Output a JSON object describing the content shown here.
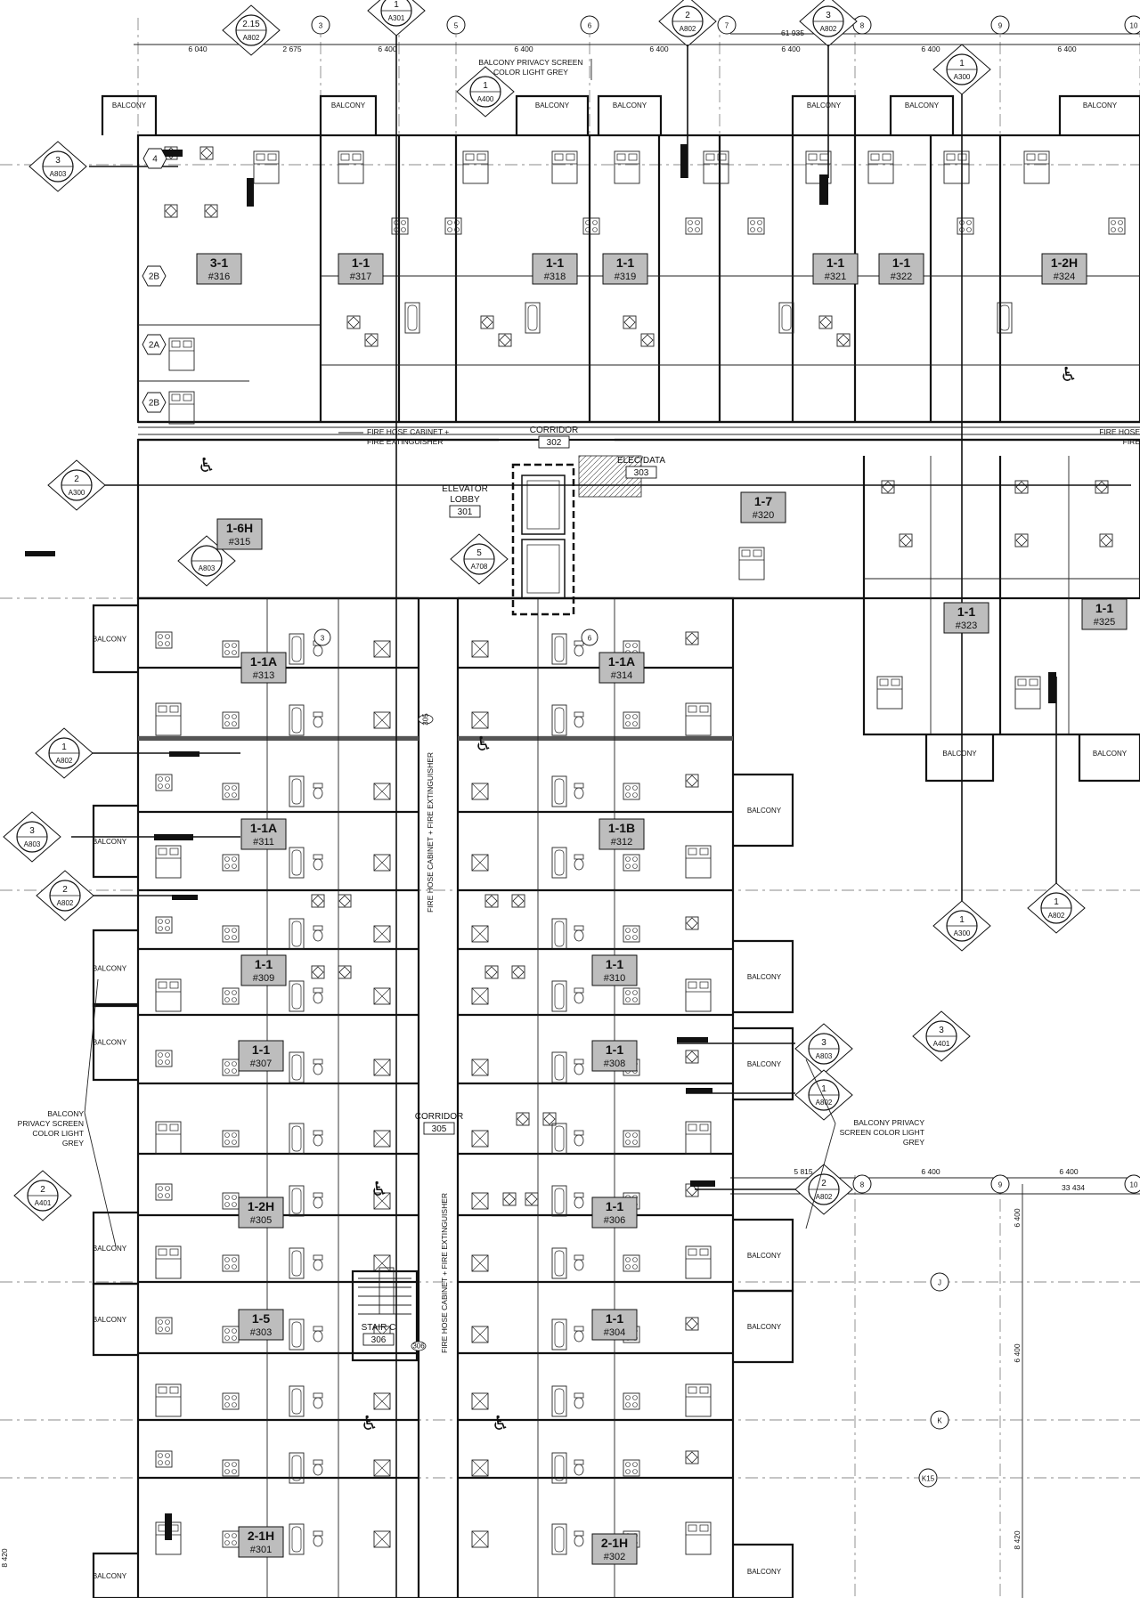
{
  "grid_bubbles": [
    "3",
    "5",
    "6",
    "7",
    "8",
    "9",
    "10",
    "8",
    "9",
    "10",
    "J",
    "K",
    "K15"
  ],
  "dimensions": {
    "top": [
      "6 040",
      "2 675",
      "6 400",
      "6 400",
      "6 400",
      "6 400",
      "6 400",
      "6 400",
      "61 935"
    ],
    "right_lower": [
      "5 815",
      "6 400",
      "6 400",
      "33 434"
    ],
    "vertical": [
      "6 400",
      "6 400",
      "8 420",
      "8 420"
    ]
  },
  "section_markers": [
    {
      "num": "3",
      "sheet": "A803"
    },
    {
      "num": "2",
      "sheet": "A300"
    },
    {
      "num": "1",
      "sheet": "A802"
    },
    {
      "num": "3",
      "sheet": "A803"
    },
    {
      "num": "2",
      "sheet": "A802"
    },
    {
      "num": "1",
      "sheet": "A301"
    },
    {
      "num": "2",
      "sheet": "A802"
    },
    {
      "num": "3",
      "sheet": "A802"
    },
    {
      "num": "1",
      "sheet": "A300"
    },
    {
      "num": "1",
      "sheet": "A400"
    },
    {
      "num": "5",
      "sheet": "A708"
    },
    {
      "num": "1",
      "sheet": "A300"
    },
    {
      "num": "1",
      "sheet": "A802"
    },
    {
      "num": "3",
      "sheet": "A803"
    },
    {
      "num": "3",
      "sheet": "A401"
    },
    {
      "num": "1",
      "sheet": "A802"
    },
    {
      "num": "2",
      "sheet": "A802"
    },
    {
      "num": "2",
      "sheet": "A401"
    },
    {
      "num": "2.15",
      "sheet": "A802"
    },
    {
      "num": "",
      "sheet": "A803"
    }
  ],
  "units": [
    {
      "type": "3-1",
      "num": "#316"
    },
    {
      "type": "1-1",
      "num": "#317"
    },
    {
      "type": "1-1",
      "num": "#318"
    },
    {
      "type": "1-1",
      "num": "#319"
    },
    {
      "type": "1-1",
      "num": "#321"
    },
    {
      "type": "1-1",
      "num": "#322"
    },
    {
      "type": "1-2H",
      "num": "#324"
    },
    {
      "type": "1-6H",
      "num": "#315"
    },
    {
      "type": "1-7",
      "num": "#320"
    },
    {
      "type": "1-1",
      "num": "#323"
    },
    {
      "type": "1-1",
      "num": "#325"
    },
    {
      "type": "1-1A",
      "num": "#313"
    },
    {
      "type": "1-1A",
      "num": "#314"
    },
    {
      "type": "1-1A",
      "num": "#311"
    },
    {
      "type": "1-1B",
      "num": "#312"
    },
    {
      "type": "1-1",
      "num": "#309"
    },
    {
      "type": "1-1",
      "num": "#310"
    },
    {
      "type": "1-1",
      "num": "#307"
    },
    {
      "type": "1-1",
      "num": "#308"
    },
    {
      "type": "1-2H",
      "num": "#305"
    },
    {
      "type": "1-1",
      "num": "#306"
    },
    {
      "type": "1-5",
      "num": "#303"
    },
    {
      "type": "1-1",
      "num": "#304"
    },
    {
      "type": "2-1H",
      "num": "#301"
    },
    {
      "type": "2-1H",
      "num": "#302"
    }
  ],
  "bedroom_tags": [
    "4",
    "2B",
    "2A",
    "2B"
  ],
  "rooms": {
    "corridor_upper": {
      "name": "CORRIDOR",
      "num": "302"
    },
    "elec_data": {
      "name": "ELEC/DATA",
      "num": "303"
    },
    "elevator_lobby": {
      "name": "ELEVATOR LOBBY",
      "num": "301"
    },
    "corridor_lower": {
      "name": "CORRIDOR",
      "num": "305"
    },
    "stair": {
      "name": "STAIR C",
      "num": "306"
    }
  },
  "door_tags": [
    "305",
    "306"
  ],
  "balcony_label": "BALCONY",
  "notes": {
    "privacy_top": [
      "BALCONY PRIVACY SCREEN",
      "COLOR LIGHT GREY"
    ],
    "privacy_left": [
      "BALCONY",
      "PRIVACY SCREEN",
      "COLOR LIGHT",
      "GREY"
    ],
    "privacy_right": [
      "BALCONY PRIVACY",
      "SCREEN COLOR LIGHT",
      "GREY"
    ],
    "fire_hose_h": [
      "FIRE HOSE CABINET +",
      "FIRE EXTINGUISHER"
    ],
    "fire_hose_right": [
      "FIRE HOSE",
      "FIRE"
    ],
    "fire_hose_v1": "FIRE HOSE CABINET + FIRE EXTINGUISHER",
    "fire_hose_v2": "FIRE HOSE CABINET + FIRE EXTINGUISHER"
  },
  "circle_tags": [
    "3",
    "6"
  ]
}
